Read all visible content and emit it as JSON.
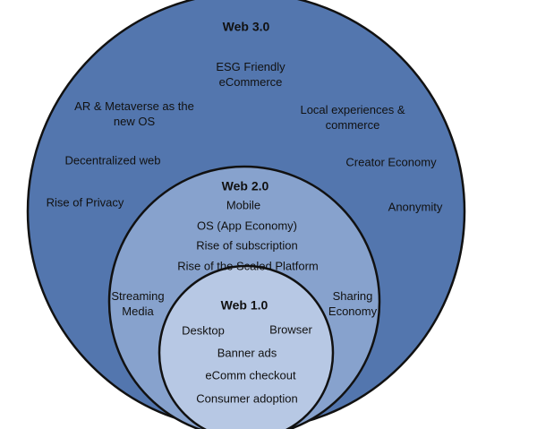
{
  "colors": {
    "outer_fill": "#5376ae",
    "middle_fill": "#87a2cd",
    "inner_fill": "#b7c8e4",
    "stroke": "#111111",
    "text": "#111111"
  },
  "web3": {
    "title": "Web 3.0",
    "items": [
      "ESG Friendly\neCommerce",
      "AR & Metaverse as the\nnew OS",
      "Local experiences &\ncommerce",
      "Decentralized web",
      "Creator Economy",
      "Rise of Privacy",
      "Anonymity"
    ]
  },
  "web2": {
    "title": "Web 2.0",
    "items": [
      "Mobile",
      "OS (App Economy)",
      "Rise of subscription",
      "Rise of the Scaled Platform",
      "Streaming\nMedia",
      "Sharing\nEconomy"
    ]
  },
  "web1": {
    "title": "Web 1.0",
    "items": [
      "Desktop",
      "Browser",
      "Banner ads",
      "eComm checkout",
      "Consumer adoption"
    ]
  }
}
